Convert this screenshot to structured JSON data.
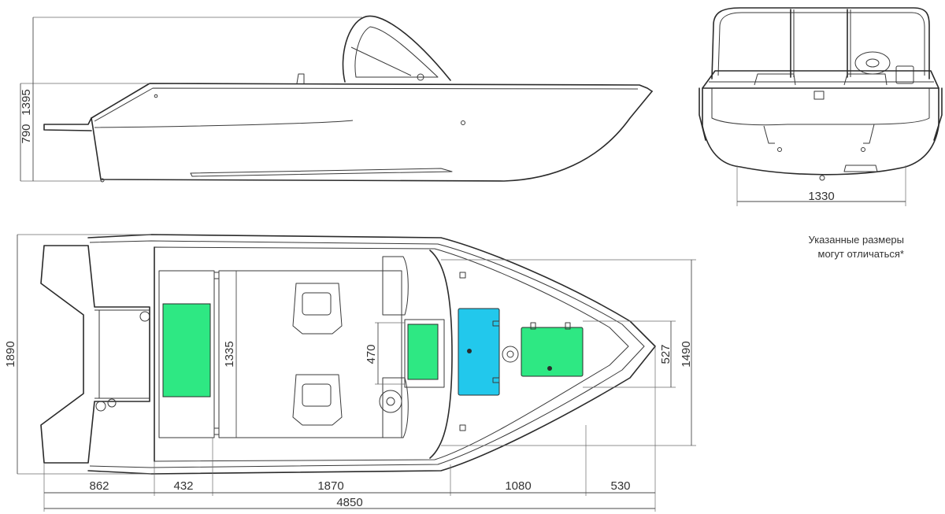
{
  "colors": {
    "line": "#2b2b2b",
    "seat_green": "#2ee883",
    "hatch_cyan": "#22c8ec",
    "hatch_green": "#2ee883",
    "background": "#ffffff"
  },
  "dimensions": {
    "side_height_total": "1395",
    "side_height_hull": "790",
    "rear_width": "1330",
    "top_width": "1890",
    "inner_width_1335": "1335",
    "inner_width_470": "470",
    "bow_width_527": "527",
    "bow_width_1490": "1490",
    "seg_862": "862",
    "seg_432": "432",
    "seg_1870": "1870",
    "seg_1080": "1080",
    "seg_530": "530",
    "total_length": "4850"
  },
  "note": {
    "line1": "Указанные размеры",
    "line2": "могут отличаться*"
  }
}
